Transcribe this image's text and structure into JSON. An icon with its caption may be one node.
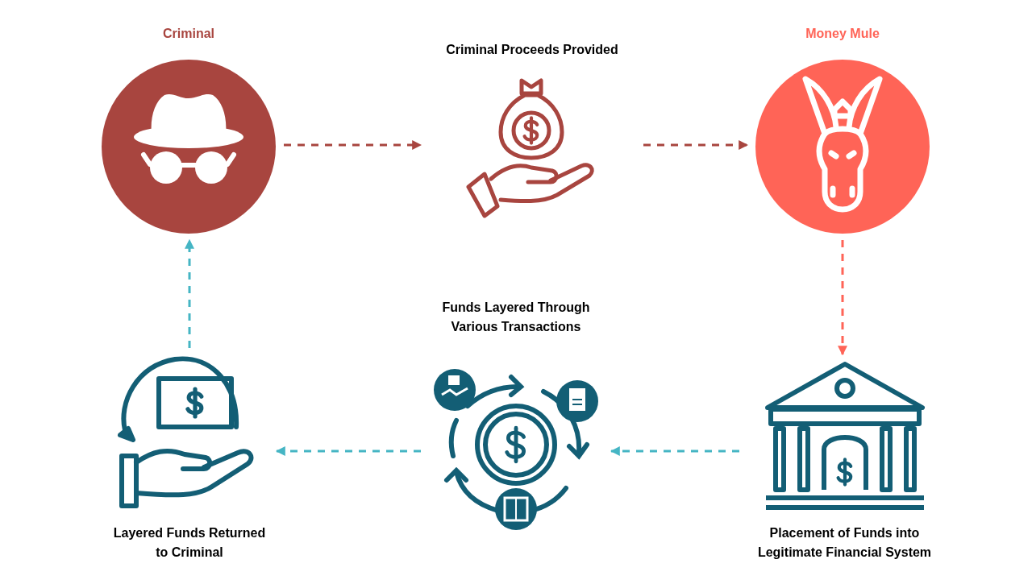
{
  "diagram": {
    "nodes": [
      {
        "text": [
          "Criminal"
        ]
      },
      {
        "text": [
          "Criminal Proceeds Provided"
        ]
      },
      {
        "text": [
          "Money Mule"
        ]
      },
      {
        "text": [
          "Placement of Funds into Legitimate Financial System"
        ]
      },
      {
        "text": [
          "Funds Layered Through Various Transactions"
        ]
      },
      {
        "text": [
          "Layered Funds Returned to Criminal"
        ]
      }
    ],
    "edges": [
      {
        "from": 0,
        "to": 1,
        "arrow": "to",
        "style": "dashed",
        "color": "#a8453f"
      },
      {
        "from": 1,
        "to": 2,
        "arrow": "to",
        "style": "dashed",
        "color": "#a8453f"
      },
      {
        "from": 2,
        "to": 3,
        "arrow": "to",
        "style": "dashed",
        "color": "#ff6457"
      },
      {
        "from": 3,
        "to": 4,
        "arrow": "to",
        "style": "dashed",
        "color": "#45b5c4"
      },
      {
        "from": 4,
        "to": 5,
        "arrow": "to",
        "style": "dashed",
        "color": "#45b5c4"
      },
      {
        "from": 5,
        "to": 0,
        "arrow": "to",
        "style": "dashed",
        "color": "#45b5c4"
      }
    ]
  }
}
